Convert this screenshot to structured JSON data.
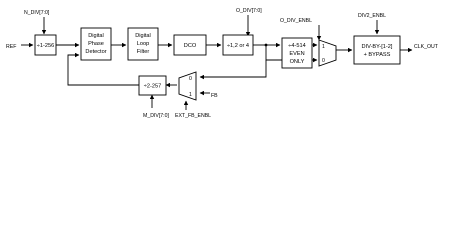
{
  "inputs": {
    "ref": "REF",
    "n_div": "N_DIV[7:0]",
    "o_div": "O_DIV[7:0]",
    "o_div_enbl": "O_DIV_ENBL",
    "div2_enbl": "DIV2_ENBL",
    "fb": "FB",
    "m_div": "M_DIV[7:0]",
    "ext_fb_enbl": "EXT_FB_ENBL"
  },
  "outputs": {
    "clk_out": "CLK_OUT"
  },
  "blocks": {
    "ref_div": [
      "÷1-256"
    ],
    "pfd": [
      "Digital",
      "Phase",
      "Detector"
    ],
    "loop_filter": [
      "Digital",
      "Loop",
      "Filter"
    ],
    "dco": [
      "DCO"
    ],
    "post_div": [
      "÷1,2 or 4"
    ],
    "out_div": [
      "÷4-514",
      "EVEN",
      "ONLY"
    ],
    "div2": [
      "DIV-BY-[1-2]",
      "+ BYPASS"
    ],
    "fb_div": [
      "÷2-257"
    ]
  },
  "mux_pins": {
    "zero": "0",
    "one": "1"
  }
}
